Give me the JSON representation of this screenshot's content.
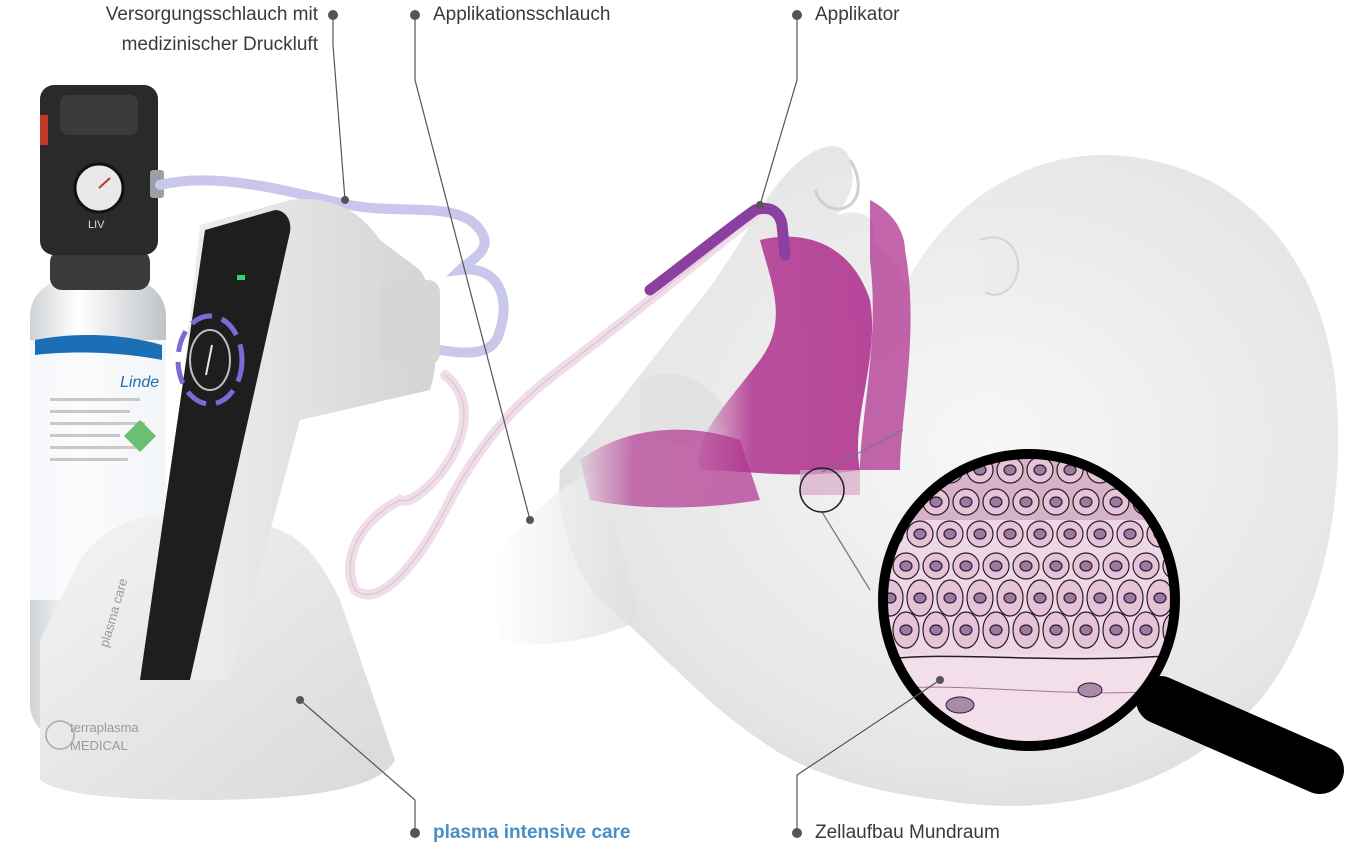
{
  "labels": {
    "supply_tube": "Versorgungsschlauch mit medizinischer Druckluft",
    "application_tube": "Applikationsschlauch",
    "applicator": "Applikator",
    "device": "plasma intensive care",
    "cell_structure": "Zellaufbau Mundraum"
  },
  "device_text": {
    "brand_on_handle": "plasma care",
    "base_logo_line1": "terraplasma",
    "base_logo_line2": "MEDICAL",
    "cylinder_brand": "Linde",
    "regulator_label": "LIV"
  },
  "colors": {
    "accent_label": "#4a8fc4",
    "leader_line": "#555555",
    "supply_tube": "#c9c8ec",
    "application_tube": "#f0dde9",
    "applicator": "#8b3f9e",
    "tissue_highlight": "#b0338f",
    "tissue_cells": "#e7c9dc"
  }
}
